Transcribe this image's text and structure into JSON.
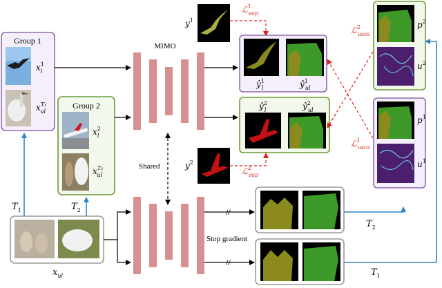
{
  "groups": {
    "group1": {
      "title": "Group 1",
      "labeled_var": "x",
      "labeled_sub": "l",
      "labeled_sup": "1",
      "unlabeled_var": "x",
      "unlabeled_sub": "ul",
      "unlabeled_sup": "T₁"
    },
    "group2": {
      "title": "Group 2",
      "labeled_var": "x",
      "labeled_sub": "l",
      "labeled_sup": "2",
      "unlabeled_var": "x",
      "unlabeled_sub": "ul",
      "unlabeled_sup": "T₂"
    }
  },
  "labels": {
    "mimo": "MIMO",
    "shared": "Shared",
    "stop_gradient": "Stop gradient",
    "xul": "x",
    "xul_sub": "ul",
    "t1": "T",
    "t1_sub": "1",
    "t2": "T",
    "t2_sub": "2",
    "stop_marks": "//"
  },
  "gt": {
    "y1": "y",
    "y1_sup": "1",
    "y2": "y",
    "y2_sup": "2"
  },
  "losses": {
    "sup1": "ℒ",
    "sup1_sub": "sup",
    "sup1_sup": "1",
    "sup2": "ℒ",
    "sup2_sub": "sup",
    "sup2_sup": "2",
    "uscs1": "ℒ",
    "uscs1_sub": "uscs",
    "uscs1_sup": "1",
    "uscs2": "ℒ",
    "uscs2_sub": "uscs",
    "uscs2_sup": "2"
  },
  "outputs": {
    "yl1": "ŷ",
    "yl1_sub": "l",
    "yl1_sup": "1",
    "yul1": "ŷ",
    "yul1_sub": "ul",
    "yul1_sup": "1",
    "yl2": "ŷ",
    "yl2_sub": "l",
    "yl2_sup": "2",
    "yul2": "ŷ",
    "yul2_sub": "ul",
    "yul2_sup": "2"
  },
  "right": {
    "p2": "p",
    "p2_sup": "2",
    "u2": "u",
    "u2_sup": "2",
    "p1": "p",
    "p1_sup": "1",
    "u1": "u",
    "u1_sup": "1"
  },
  "colors": {
    "purple_border": "#8e6bb0",
    "purple_fill": "#f4effa",
    "green_border": "#6d9a3c",
    "green_fill": "#f3f8ec",
    "gray_border": "#9a9a9a",
    "bar": "#d69090",
    "blue": "#2f86c8",
    "red": "#e0211b",
    "olive": "#8a8a1e",
    "seg_green": "#3d9a28",
    "seg_red": "#c41212",
    "purple_map": "#4b1f6e"
  }
}
